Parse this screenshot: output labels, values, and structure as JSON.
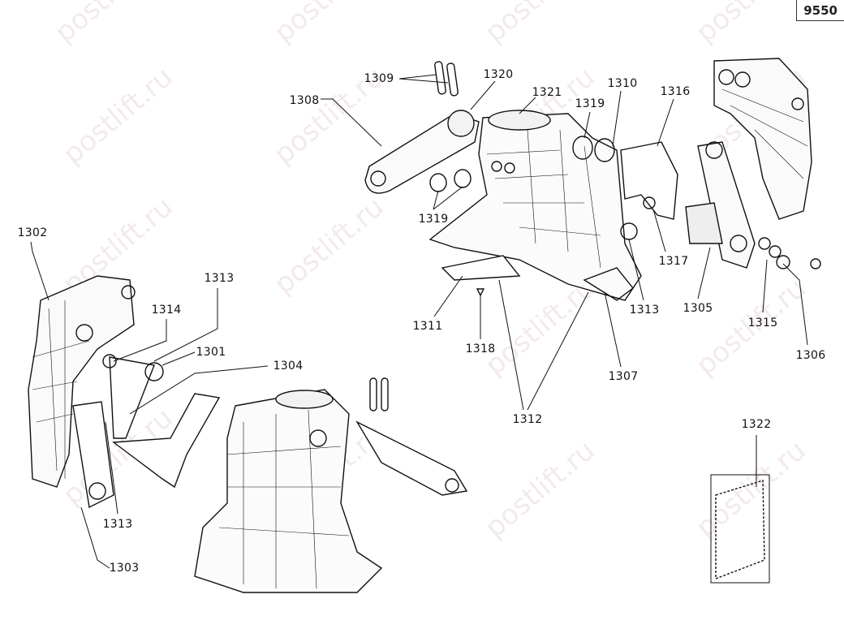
{
  "diagram_code": "9550",
  "watermark": "postlift.ru",
  "labels": {
    "p1301": "1301",
    "p1302": "1302",
    "p1303": "1303",
    "p1304": "1304",
    "p1305": "1305",
    "p1306": "1306",
    "p1307": "1307",
    "p1308": "1308",
    "p1309": "1309",
    "p1310": "1310",
    "p1311": "1311",
    "p1312": "1312",
    "p1313": "1313",
    "p1314": "1314",
    "p1315": "1315",
    "p1316": "1316",
    "p1317": "1317",
    "p1318": "1318",
    "p1319": "1319",
    "p1320": "1320",
    "p1321": "1321",
    "p1322": "1322"
  }
}
